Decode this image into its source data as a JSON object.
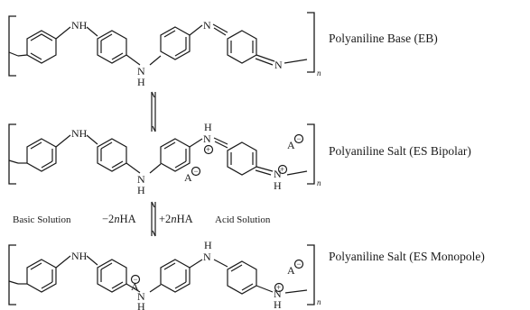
{
  "labels": {
    "eb": "Polyaniline Base (EB)",
    "es_bipolar": "Polyaniline Salt (ES Bipolar)",
    "es_monopole": "Polyaniline Salt (ES Monopole)"
  },
  "conditions": {
    "basic": "Basic Solution",
    "minus": "−2",
    "plus": "+2",
    "n": "n",
    "ha": "HA",
    "acid": "Acid Solution"
  },
  "atoms": {
    "nh": "NH",
    "n": "N",
    "h": "H",
    "anion": "A",
    "minus": "−",
    "plus": "+",
    "repeat": "n"
  }
}
